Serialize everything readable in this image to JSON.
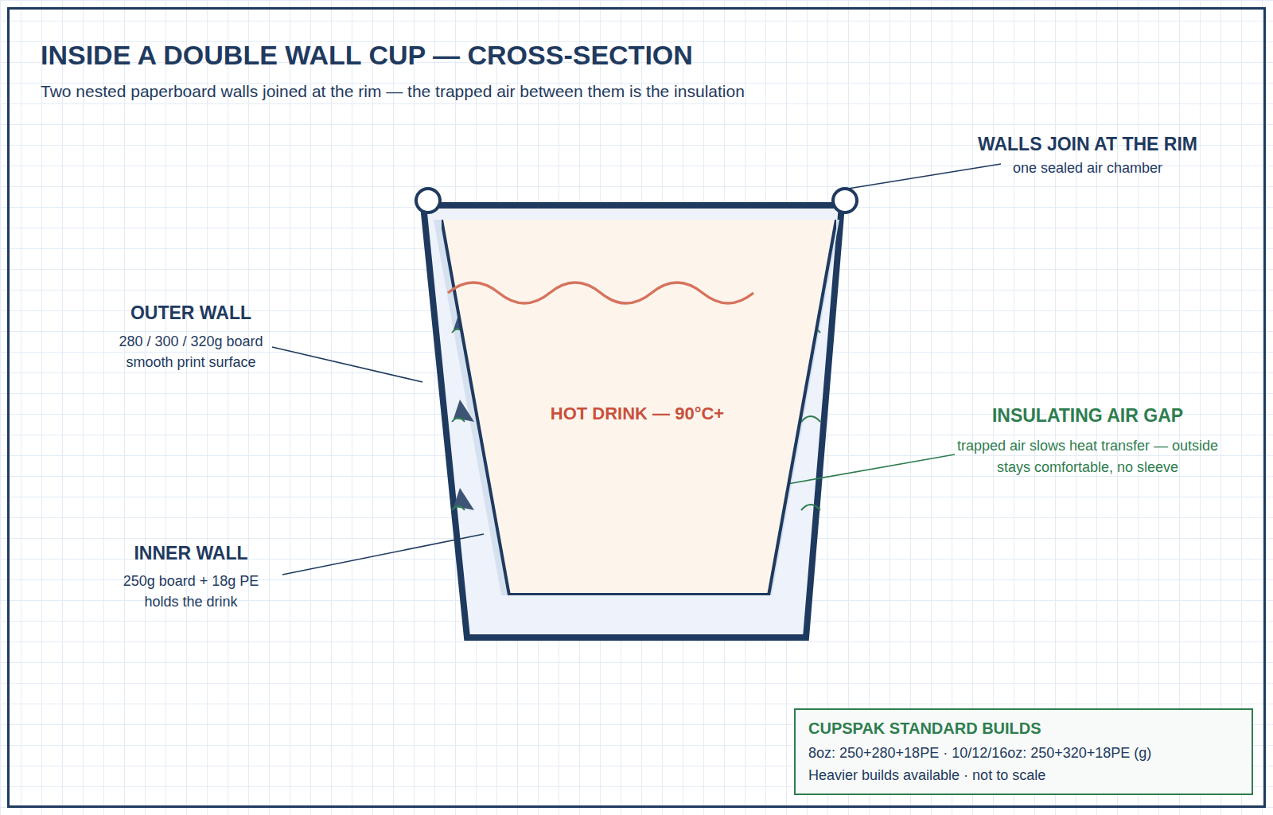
{
  "diagram": {
    "title": "INSIDE A DOUBLE WALL CUP — CROSS-SECTION",
    "caption": "Two nested paperboard walls joined at the rim — the trapped air between them is the insulation",
    "nodes": [
      {
        "text": [
          "HOT DRINK — 90°C+"
        ]
      },
      {
        "text": [
          "CUPSPAK STANDARD BUILDS",
          "8oz: 250+280+18PE · 10/12/16oz: 250+320+18PE (g)",
          "Heavier builds available · not to scale"
        ]
      }
    ],
    "labels": [
      "OUTER WALL",
      "280 / 300 / 320g board",
      "smooth print surface",
      "INNER WALL",
      "250g board + 18g PE",
      "holds the drink",
      "WALLS JOIN AT THE RIM",
      "one sealed air chamber",
      "INSULATING AIR GAP",
      "trapped air slows heat transfer — outside stays comfortable, no sleeve"
    ]
  }
}
